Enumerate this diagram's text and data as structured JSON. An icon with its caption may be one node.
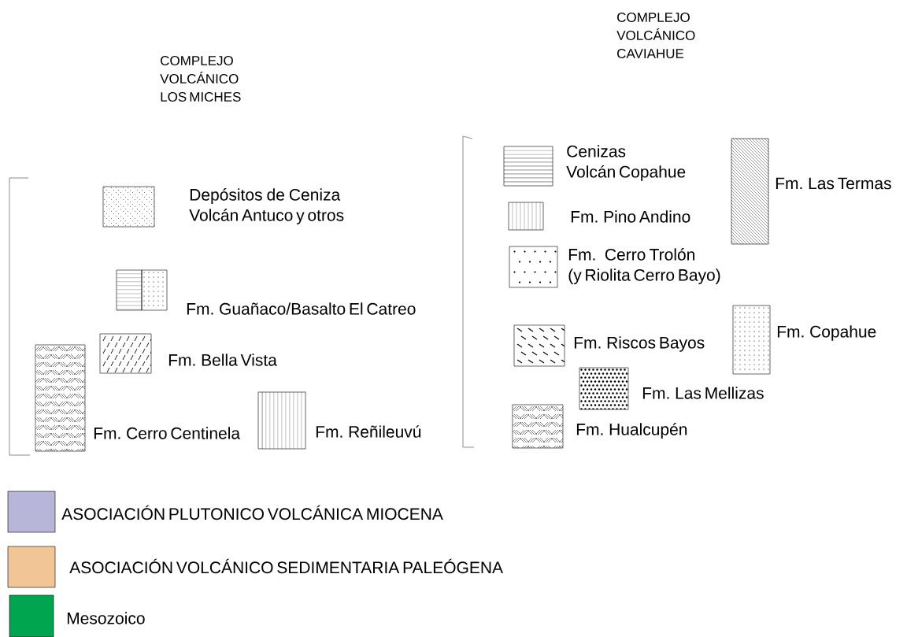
{
  "diagram": {
    "labels": [
      "COMPLEJO VOLCÁNICO LOS MICHES",
      "COMPLEJO VOLCÁNICO CAVIAHUE"
    ],
    "legend": [
      {
        "text": "Depósitos de Ceniza Volcán Antuco y otros"
      },
      {
        "text": "Fm. Guañaco/Basalto El Catreo"
      },
      {
        "text": "Fm. Bella Vista"
      },
      {
        "text": "Fm. Cerro Centinela"
      },
      {
        "text": "Fm. Reñileuvú"
      },
      {
        "text": "Cenizas Volcán Copahue"
      },
      {
        "text": "Fm. Las Termas"
      },
      {
        "text": "Fm. Pino Andino"
      },
      {
        "text": "Fm. Cerro Trolón (y Riolita Cerro Bayo)"
      },
      {
        "text": "Fm. Riscos Bayos"
      },
      {
        "text": "Fm. Copahue"
      },
      {
        "text": "Fm. Las Mellizas"
      },
      {
        "text": "Fm. Hualcupén"
      },
      {
        "text": "ASOCIACIÓN PLUTONICO VOLCÁNICA MIOCENA",
        "color": "#b8b6d8"
      },
      {
        "text": "ASOCIACIÓN VOLCÁNICO SEDIMENTARIA PALEÓGENA",
        "color": "#f2c597"
      },
      {
        "text": "Mesozoico",
        "color": "#00a550"
      }
    ]
  }
}
